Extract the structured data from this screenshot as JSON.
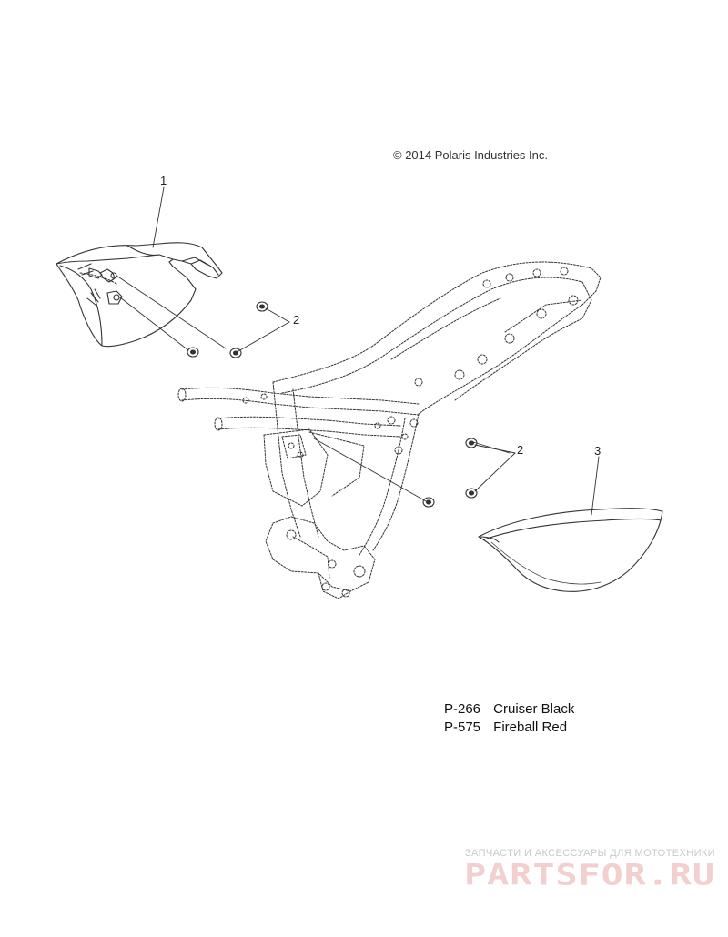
{
  "copyright": "© 2014 Polaris Industries Inc.",
  "callouts": {
    "c1": "1",
    "c2a": "2",
    "c2b": "2",
    "c3": "3"
  },
  "paint_options": [
    {
      "code": "P-266",
      "name": "Cruiser Black"
    },
    {
      "code": "P-575",
      "name": "Fireball Red"
    }
  ],
  "watermark": {
    "tagline": "ЗАПЧАСТИ И АКСЕССУАРЫ ДЛЯ МОТОТЕХНИКИ",
    "logo": "PARTSFOR.RU"
  },
  "colors": {
    "line": "#333333",
    "watermark": "#e8b4b4"
  }
}
